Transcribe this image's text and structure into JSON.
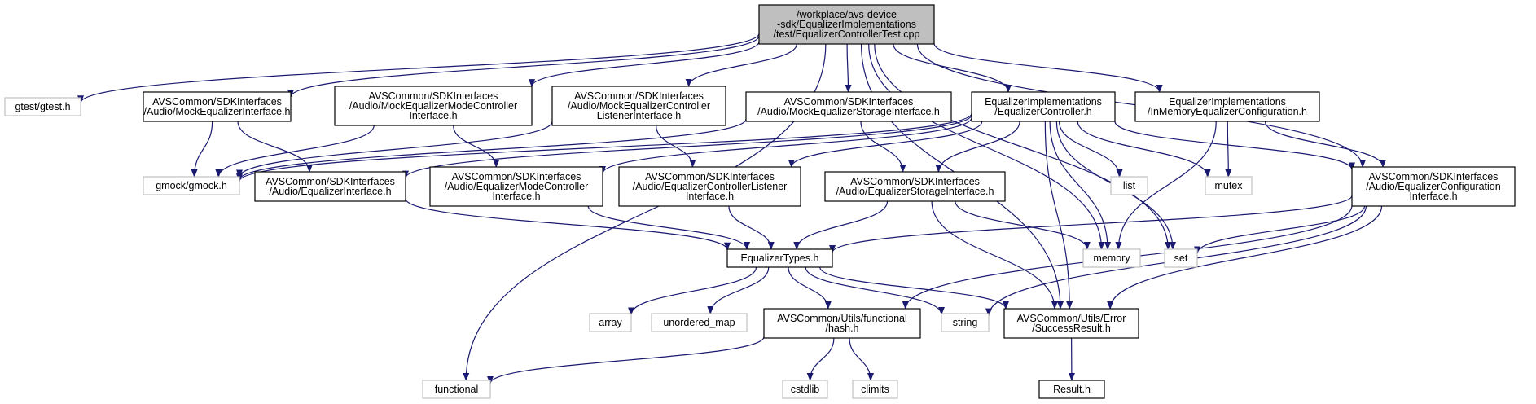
{
  "colors": {
    "edge": "#191970",
    "root_fill": "#bfbfbf",
    "external_border": "#c0c0c0",
    "internal_border": "#000000"
  },
  "nodes": {
    "root": [
      "/workplace/avs-device",
      "-sdk/EqualizerImplementations",
      "/test/EqualizerControllerTest.cpp"
    ],
    "gtest": [
      "gtest/gtest.h"
    ],
    "mock_eq_iface": [
      "AVSCommon/SDKInterfaces",
      "/Audio/MockEqualizerInterface.h"
    ],
    "mock_mode_ctrl": [
      "AVSCommon/SDKInterfaces",
      "/Audio/MockEqualizerModeController",
      "Interface.h"
    ],
    "mock_listener": [
      "AVSCommon/SDKInterfaces",
      "/Audio/MockEqualizerController",
      "ListenerInterface.h"
    ],
    "mock_storage": [
      "AVSCommon/SDKInterfaces",
      "/Audio/MockEqualizerStorageInterface.h"
    ],
    "eq_controller": [
      "EqualizerImplementations",
      "/EqualizerController.h"
    ],
    "inmem_config": [
      "EqualizerImplementations",
      "/InMemoryEqualizerConfiguration.h"
    ],
    "gmock": [
      "gmock/gmock.h"
    ],
    "eq_iface": [
      "AVSCommon/SDKInterfaces",
      "/Audio/EqualizerInterface.h"
    ],
    "mode_ctrl_iface": [
      "AVSCommon/SDKInterfaces",
      "/Audio/EqualizerModeController",
      "Interface.h"
    ],
    "listener_iface": [
      "AVSCommon/SDKInterfaces",
      "/Audio/EqualizerControllerListener",
      "Interface.h"
    ],
    "storage_iface": [
      "AVSCommon/SDKInterfaces",
      "/Audio/EqualizerStorageInterface.h"
    ],
    "list": [
      "list"
    ],
    "mutex": [
      "mutex"
    ],
    "config_iface": [
      "AVSCommon/SDKInterfaces",
      "/Audio/EqualizerConfiguration",
      "Interface.h"
    ],
    "eq_types": [
      "EqualizerTypes.h"
    ],
    "memory": [
      "memory"
    ],
    "set": [
      "set"
    ],
    "array": [
      "array"
    ],
    "unordered_map": [
      "unordered_map"
    ],
    "hash": [
      "AVSCommon/Utils/functional",
      "/hash.h"
    ],
    "string": [
      "string"
    ],
    "success_result": [
      "AVSCommon/Utils/Error",
      "/SuccessResult.h"
    ],
    "result": [
      "Result.h"
    ],
    "functional": [
      "functional"
    ],
    "cstdlib": [
      "cstdlib"
    ],
    "climits": [
      "climits"
    ]
  }
}
